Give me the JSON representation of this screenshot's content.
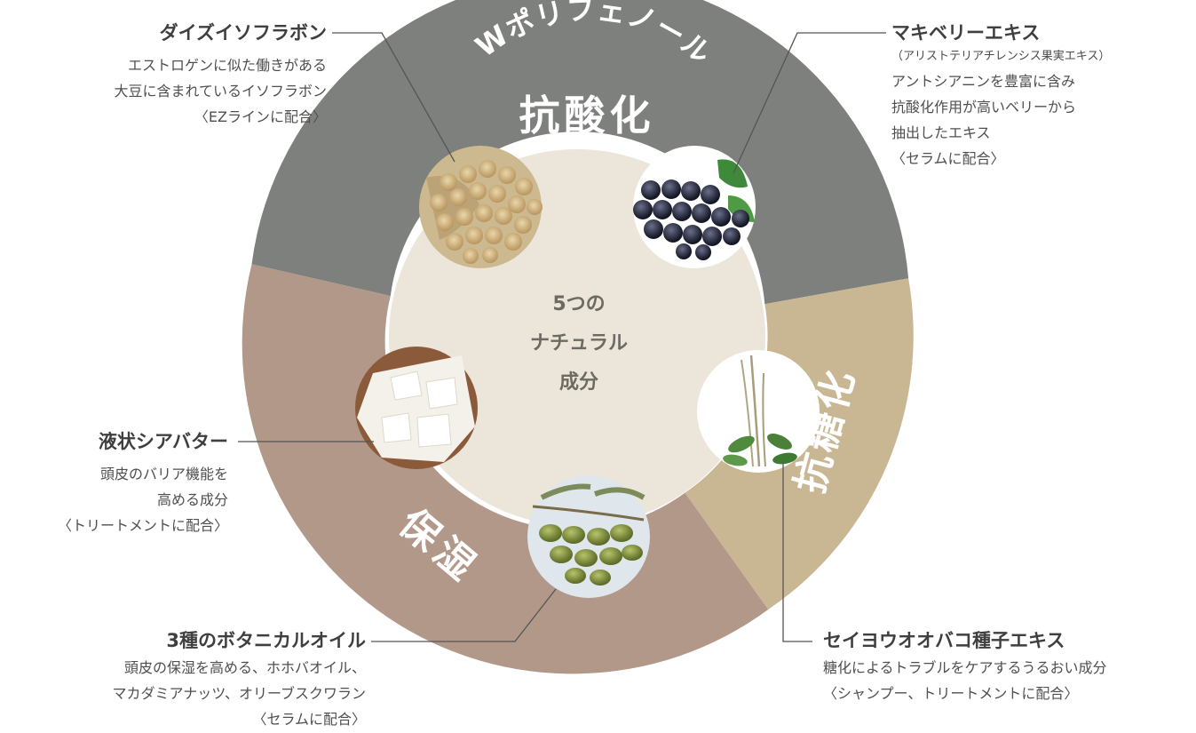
{
  "segments": {
    "antioxidant_title": "Wポリフェノール",
    "antioxidant_sub": "抗酸化",
    "antiglycation": "抗糖化",
    "moisturizing": "保湿"
  },
  "center": {
    "line1": "5つの",
    "line2": "ナチュラル",
    "line3": "成分"
  },
  "ingredients": [
    {
      "title": "ダイズイソフラボン",
      "lines": [
        "エストロゲンに似た働きがある",
        "大豆に含まれているイソフラボン",
        "〈EZラインに配合〉"
      ]
    },
    {
      "title": "マキベリーエキス",
      "subtitle": "（アリストテリアチレンシス果実エキス）",
      "lines": [
        "アントシアニンを豊富に含み",
        "抗酸化作用が高いベリーから",
        "抽出したエキス",
        "〈セラムに配合〉"
      ]
    },
    {
      "title": "液状シアバター",
      "lines": [
        "頭皮のバリア機能を",
        "高める成分",
        "〈トリートメントに配合〉"
      ]
    },
    {
      "title": "3種のボタニカルオイル",
      "lines": [
        "頭皮の保湿を高める、ホホバオイル、",
        "マカダミアナッツ、オリーブスクワラン",
        "〈セラムに配合〉"
      ]
    },
    {
      "title": "セイヨウオオバコ種子エキス",
      "lines": [
        "糖化によるトラブルをケアするうるおい成分",
        "〈シャンプー、トリートメントに配合〉"
      ]
    }
  ],
  "colors": {
    "antioxidant": "#7d807d",
    "antiglycation": "#c9b794",
    "moisturizing": "#b19889",
    "center": "#ebe5da",
    "text": "#4a4a4a"
  }
}
